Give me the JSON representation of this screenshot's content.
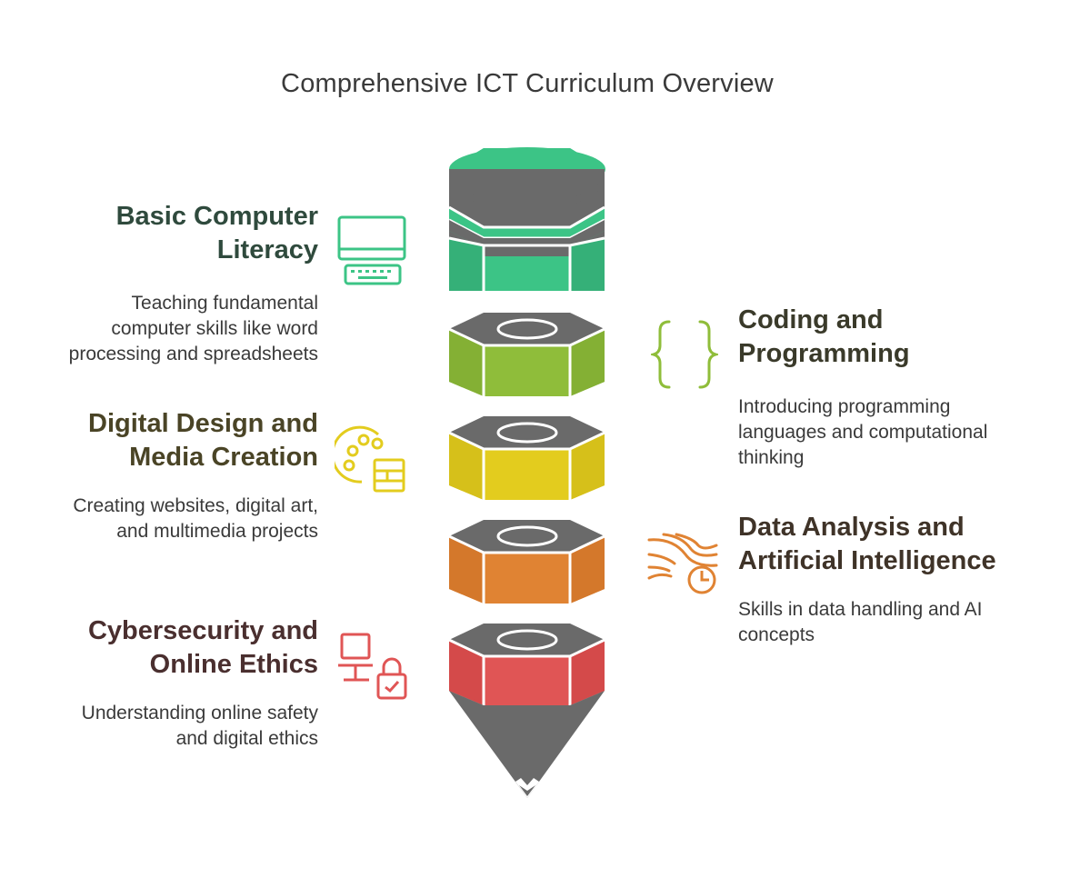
{
  "title": "Comprehensive ICT Curriculum Overview",
  "items": [
    {
      "heading_line1": "Basic Computer",
      "heading_line2": "Literacy",
      "desc_lines": [
        "Teaching fundamental",
        "computer skills like word",
        "processing and spreadsheets"
      ],
      "icon": "computer-keyboard-icon",
      "color": "#3cc486",
      "text_color": "#2f4a3d"
    },
    {
      "heading_line1": "Coding and",
      "heading_line2": "Programming",
      "desc_lines": [
        "Introducing programming",
        "languages and computational",
        "thinking"
      ],
      "icon": "curly-braces-icon",
      "color": "#8fbd3a",
      "text_color": "#3a3a2a"
    },
    {
      "heading_line1": "Digital Design and",
      "heading_line2": "Media Creation",
      "desc_lines": [
        "Creating websites, digital art,",
        "and multimedia projects"
      ],
      "icon": "palette-design-icon",
      "color": "#e3cc1e",
      "text_color": "#4a4426"
    },
    {
      "heading_line1": "Data Analysis and",
      "heading_line2": "Artificial Intelligence",
      "desc_lines": [
        "Skills in data handling and AI",
        "concepts"
      ],
      "icon": "data-flow-clock-icon",
      "color": "#e08333",
      "text_color": "#3f3328"
    },
    {
      "heading_line1": "Cybersecurity and",
      "heading_line2": "Online Ethics",
      "desc_lines": [
        "Understanding online safety",
        "and digital ethics"
      ],
      "icon": "laptop-lock-icon",
      "color": "#e05555",
      "text_color": "#4a2f2f"
    }
  ]
}
